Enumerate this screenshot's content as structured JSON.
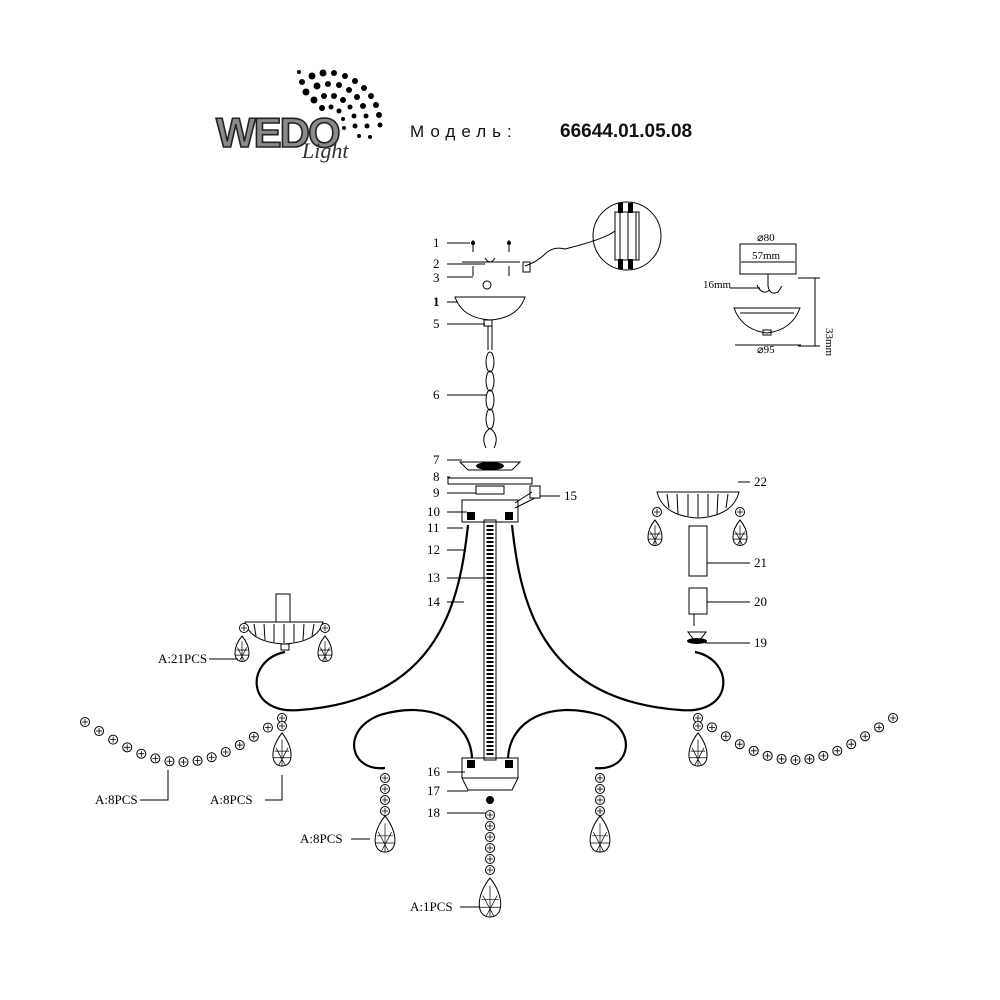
{
  "brand": {
    "logo_text": "WEDO",
    "logo_sub": "Light"
  },
  "header": {
    "model_label": "Модель:",
    "model_number": "66644.01.05.08"
  },
  "parts": [
    "1",
    "2",
    "3",
    "1",
    "5",
    "6",
    "7",
    "8",
    "9",
    "10",
    "11",
    "12",
    "13",
    "14",
    "15",
    "16",
    "17",
    "18",
    "19",
    "20",
    "21",
    "22"
  ],
  "crystal_labels": {
    "a21": "A:21PCS",
    "a8_left_chain": "A:8PCS",
    "a8_left_drop": "A:8PCS",
    "a8_center_left": "A:8PCS",
    "a1_bottom": "A:1PCS"
  },
  "dimensions": {
    "d80": "⌀80",
    "w57": "57mm",
    "h16": "16mm",
    "d95": "⌀95",
    "h33": "33mm"
  },
  "colors": {
    "ink": "#000000",
    "background": "#ffffff"
  }
}
